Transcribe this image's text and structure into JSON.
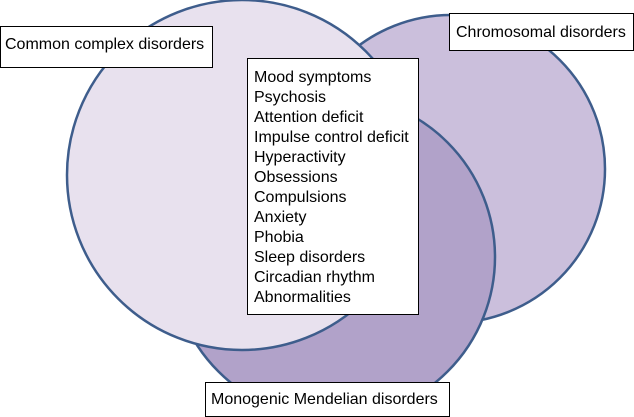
{
  "colors": {
    "common_fill": "#e8e1ee",
    "chromosomal_fill": "#cbbfdc",
    "monogenic_fill": "#b1a2c9",
    "circle_stroke": "#3e5d8c"
  },
  "sets": {
    "common": "Common complex disorders",
    "chromosomal": "Chromosomal disorders",
    "monogenic": "Monogenic Mendelian disorders"
  },
  "shared_symptoms": [
    "Mood symptoms",
    "Psychosis",
    "Attention deficit",
    "Impulse control deficit",
    "Hyperactivity",
    "Obsessions",
    "Compulsions",
    "Anxiety",
    "Phobia",
    "Sleep disorders",
    "Circadian rhythm",
    "Abnormalities"
  ]
}
